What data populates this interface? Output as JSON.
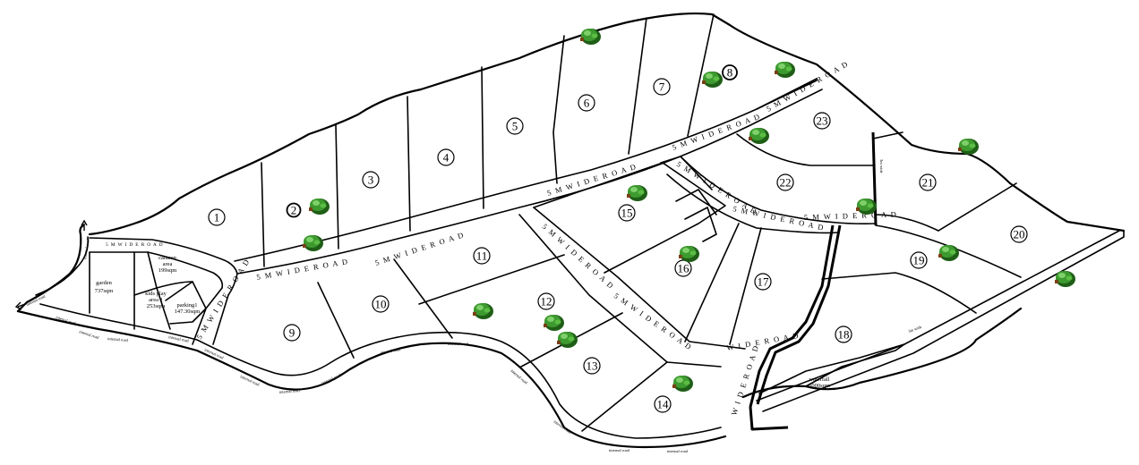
{
  "plots": [
    {
      "id": "plot-1",
      "label": "1"
    },
    {
      "id": "plot-2",
      "label": "2"
    },
    {
      "id": "plot-3",
      "label": "3"
    },
    {
      "id": "plot-4",
      "label": "4"
    },
    {
      "id": "plot-5",
      "label": "5"
    },
    {
      "id": "plot-6",
      "label": "6"
    },
    {
      "id": "plot-7",
      "label": "7"
    },
    {
      "id": "plot-8",
      "label": "8"
    },
    {
      "id": "plot-9",
      "label": "9"
    },
    {
      "id": "plot-10",
      "label": "10"
    },
    {
      "id": "plot-11",
      "label": "11"
    },
    {
      "id": "plot-12",
      "label": "12"
    },
    {
      "id": "plot-13",
      "label": "13"
    },
    {
      "id": "plot-14",
      "label": "14"
    },
    {
      "id": "plot-15",
      "label": "15"
    },
    {
      "id": "plot-16",
      "label": "16"
    },
    {
      "id": "plot-17",
      "label": "17"
    },
    {
      "id": "plot-18",
      "label": "18"
    },
    {
      "id": "plot-19",
      "label": "19"
    },
    {
      "id": "plot-20",
      "label": "20"
    },
    {
      "id": "plot-21",
      "label": "21"
    },
    {
      "id": "plot-22",
      "label": "22"
    },
    {
      "id": "plot-23",
      "label": "23"
    }
  ],
  "roads": {
    "main_road": "5 M W I D E R O A D",
    "road_upper_left": "5 M W I D E R O A D",
    "road_lower_left": "5 M W I D E R O A D",
    "road_center": "5 M W I D E R O A D",
    "road_mid": "5 M W I D E R O A D",
    "road_upper_right": "5 M W I D E R O A D",
    "road_ne": "5 M W I D E R O A D",
    "road_ne_top": "5 M W I D E R O A D",
    "road_east": "5 M W I D E R O A D",
    "road_vertical_left": "5 M W I D E R O A D",
    "road_diag_1": "5 M W I D E R O A D",
    "road_diag_2": "5 M W I D E R O A D",
    "road_lower_east": "W I D E R O A D",
    "road_lower_vertical": "W I D E R O A D",
    "internal_road": "internal road",
    "footpath_1": "3m wide",
    "footpath_2": "3m wide"
  },
  "amenities": {
    "garden": {
      "name": "garden",
      "area": "737sqm"
    },
    "canteen": {
      "name": "canteen",
      "name2": "area",
      "area": "199sqm"
    },
    "kids_play": {
      "name": "kids play",
      "name2": "area 1",
      "area": "253sqm"
    },
    "parking": {
      "name": "parking1",
      "area": "147.30sqm"
    },
    "waterfall": {
      "name": "waterfall",
      "area": "5000sqm"
    }
  },
  "icons": {
    "tree": "tree-icon",
    "entry": "entry-arrow-icon",
    "exit": "exit-arrow-icon"
  },
  "colors": {
    "tree_foliage": "#3d9a2f",
    "tree_shadow": "#1f5e17",
    "tree_trunk": "#7a4016"
  }
}
